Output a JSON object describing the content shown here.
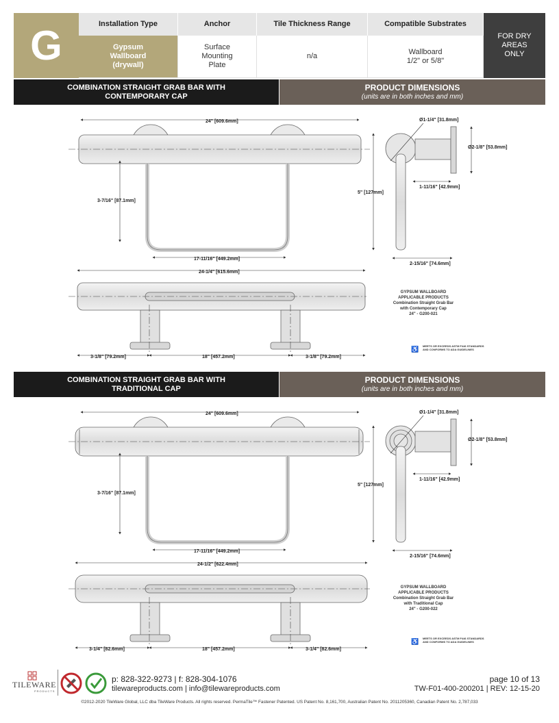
{
  "header": {
    "letter": "G",
    "columns": [
      {
        "head": "Installation Type",
        "value": "Gypsum Wallboard (drywall)"
      },
      {
        "head": "Anchor",
        "value": "Surface Mounting Plate"
      },
      {
        "head": "Tile Thickness Range",
        "value": "n/a"
      },
      {
        "head": "Compatible Substrates",
        "value": "Wallboard 1/2\" or 5/8\""
      }
    ],
    "dry": "FOR DRY AREAS ONLY"
  },
  "sections": [
    {
      "title": "COMBINATION STRAIGHT GRAB BAR WITH CONTEMPORARY  CAP",
      "dim_title": "PRODUCT DIMENSIONS",
      "dim_sub": "(units are in both inches and mm)",
      "dims": {
        "length": "24\" [609.6mm]",
        "height": "3-7/16\" [87.1mm]",
        "inner": "17-11/16\" [449.2mm]",
        "diameter": "Ø1-1/4\" [31.8mm]",
        "flange": "Ø2-1/8\" [53.8mm]",
        "projection": "1-11/16\" [42.9mm]",
        "drop": "5\" [127mm]",
        "depth": "2-15/16\" [74.6mm]",
        "overall": "24-1/4\" [615.6mm]",
        "end_left": "3-1/8\" [79.2mm]",
        "center": "18\" [457.2mm]",
        "end_right": "3-1/8\" [79.2mm]"
      },
      "note_lines": [
        "GYPSUM WALLBOARD",
        "APPLICABLE PRODUCTS",
        "Combination Straight Grab Bar",
        "with Contemporary Cap",
        "24\" - G200-021"
      ],
      "astm": [
        "MEETS OR EXCEEDS ASTM F446 STANDARDS",
        "AND CONFORMS TO ADA GUIDELINES"
      ]
    },
    {
      "title": "COMBINATION STRAIGHT GRAB BAR WITH TRADITIONAL  CAP",
      "dim_title": "PRODUCT DIMENSIONS",
      "dim_sub": "(units are in both inches and mm)",
      "dims": {
        "length": "24\" [609.6mm]",
        "height": "3-7/16\" [87.1mm]",
        "inner": "17-11/16\" [449.2mm]",
        "diameter": "Ø1-1/4\" [31.8mm]",
        "flange": "Ø2-1/8\" [53.8mm]",
        "projection": "1-11/16\" [42.9mm]",
        "drop": "5\" [127mm]",
        "depth": "2-15/16\" [74.6mm]",
        "overall": "24-1/2\" [622.4mm]",
        "end_left": "3-1/4\" [82.6mm]",
        "center": "18\" [457.2mm]",
        "end_right": "3-1/4\" [82.6mm]"
      },
      "note_lines": [
        "GYPSUM WALLBOARD",
        "APPLICABLE PRODUCTS",
        "Combination Straight Grab Bar",
        "with Traditional Cap",
        "24\" - G200-022"
      ],
      "astm": [
        "MEETS OR EXCEEDS ASTM F446 STANDARDS",
        "AND CONFORMS TO ADA GUIDELINES"
      ]
    }
  ],
  "footer": {
    "logo": "TILEWARE",
    "logo_sub": "PRODUCTS",
    "phone": "p: 828-322-9273  | f: 828-304-1076",
    "web": "tilewareproducts.com | info@tilewareproducts.com",
    "page": "page 10 of 13",
    "doc": "TW-F01-400-200201 | REV: 12-15-20",
    "copyright": "©2012-2020  TileWare Global, LLC dba TileWare Products. All rights reserved. PermaTile™ Fastener Patented. US Patent No. 8,161,700, Australian Patent No. 2011205360, Canadian Patent No. 2,787,033"
  },
  "colors": {
    "gold": "#b3a77a",
    "dark": "#3e3e3e",
    "black_bar": "#1b1b1b",
    "brown_bar": "#6a6058"
  }
}
